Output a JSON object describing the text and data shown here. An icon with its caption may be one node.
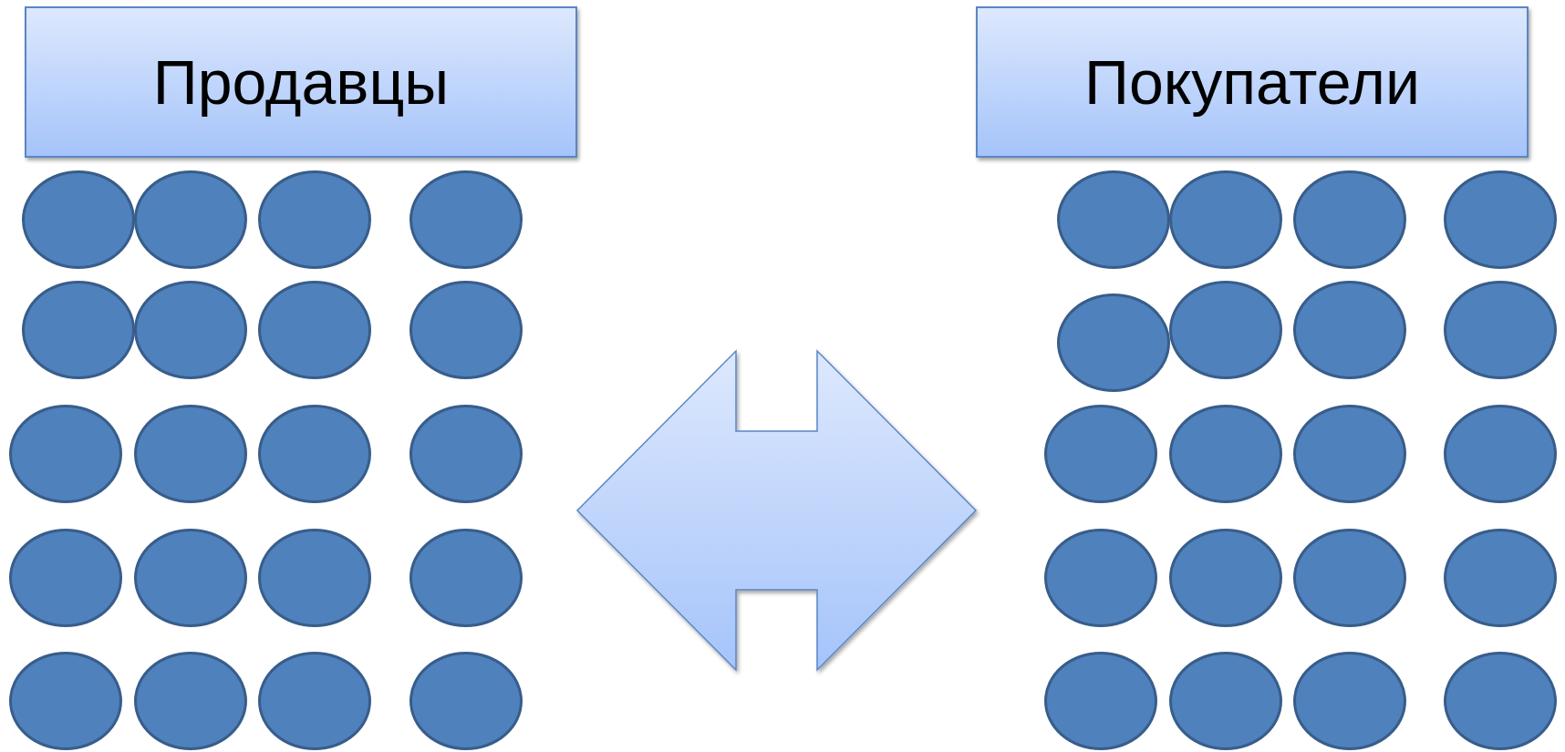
{
  "diagram": {
    "nodes": [
      {
        "text": [
          "Продавцы"
        ]
      },
      {
        "text": [
          "Покупатели"
        ]
      },
      {
        "text": [],
        "shape": "circle"
      },
      {
        "text": [],
        "shape": "circle"
      },
      {
        "text": [],
        "shape": "circle"
      },
      {
        "text": [],
        "shape": "circle"
      },
      {
        "text": [],
        "shape": "circle"
      },
      {
        "text": [],
        "shape": "circle"
      },
      {
        "text": [],
        "shape": "circle"
      },
      {
        "text": [],
        "shape": "circle"
      },
      {
        "text": [],
        "shape": "circle"
      },
      {
        "text": [],
        "shape": "circle"
      },
      {
        "text": [],
        "shape": "circle"
      },
      {
        "text": [],
        "shape": "circle"
      },
      {
        "text": [],
        "shape": "circle"
      },
      {
        "text": [],
        "shape": "circle"
      },
      {
        "text": [],
        "shape": "circle"
      },
      {
        "text": [],
        "shape": "circle"
      },
      {
        "text": [],
        "shape": "circle"
      },
      {
        "text": [],
        "shape": "circle"
      },
      {
        "text": [],
        "shape": "circle"
      },
      {
        "text": [],
        "shape": "circle"
      },
      {
        "text": [],
        "shape": "circle"
      },
      {
        "text": [],
        "shape": "circle"
      },
      {
        "text": [],
        "shape": "circle"
      },
      {
        "text": [],
        "shape": "circle"
      },
      {
        "text": [],
        "shape": "circle"
      },
      {
        "text": [],
        "shape": "circle"
      },
      {
        "text": [],
        "shape": "circle"
      },
      {
        "text": [],
        "shape": "circle"
      },
      {
        "text": [],
        "shape": "circle"
      },
      {
        "text": [],
        "shape": "circle"
      },
      {
        "text": [],
        "shape": "circle"
      },
      {
        "text": [],
        "shape": "circle"
      },
      {
        "text": [],
        "shape": "circle"
      },
      {
        "text": [],
        "shape": "circle"
      },
      {
        "text": [],
        "shape": "circle"
      },
      {
        "text": [],
        "shape": "circle"
      },
      {
        "text": [],
        "shape": "circle"
      },
      {
        "text": [],
        "shape": "circle"
      },
      {
        "text": [],
        "shape": "circle"
      },
      {
        "text": [],
        "shape": "circle"
      }
    ],
    "edges": [
      {
        "from": 0,
        "to": 1,
        "arrow": "both",
        "style": "thick"
      }
    ]
  }
}
